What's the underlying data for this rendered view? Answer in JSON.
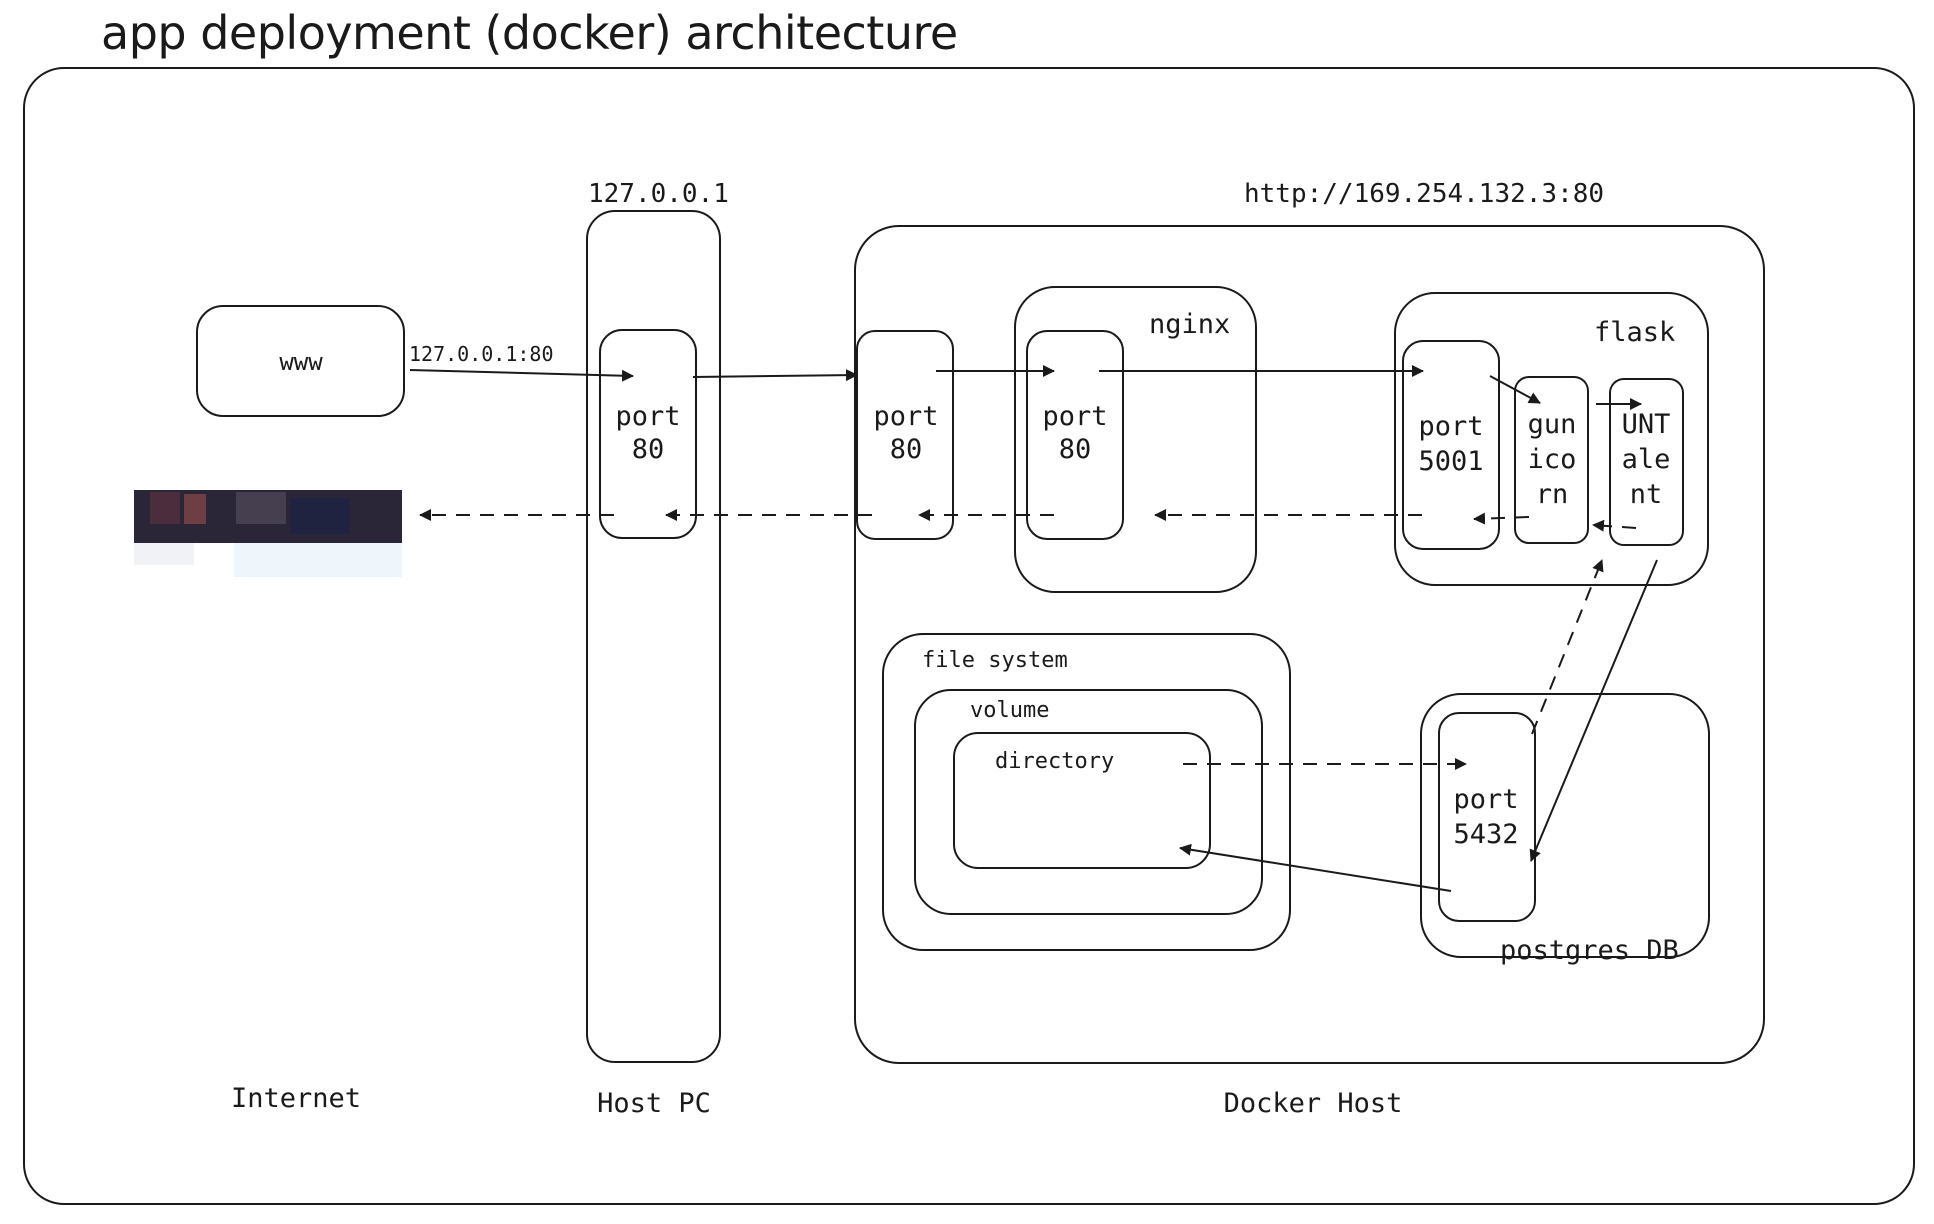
{
  "title": "app deployment (docker) architecture",
  "zones": {
    "internet": "Internet",
    "host_pc": "Host PC",
    "docker_host": "Docker Host",
    "host_pc_address": "127.0.0.1",
    "docker_host_address": "http://169.254.132.3:80"
  },
  "nodes": {
    "www": "www",
    "www_address": "127.0.0.1:80",
    "host_port": [
      "port",
      "80"
    ],
    "docker_port": [
      "port",
      "80"
    ],
    "nginx": "nginx",
    "nginx_port": [
      "port",
      "80"
    ],
    "flask": "flask",
    "flask_port": [
      "port",
      "5001"
    ],
    "gunicorn": [
      "gun",
      "ico",
      "rn"
    ],
    "untalent": [
      "UNT",
      "ale",
      "nt"
    ],
    "file_system": "file system",
    "volume": "volume",
    "directory": "directory",
    "postgres_port": [
      "port",
      "5432"
    ],
    "postgres": "postgres DB"
  }
}
